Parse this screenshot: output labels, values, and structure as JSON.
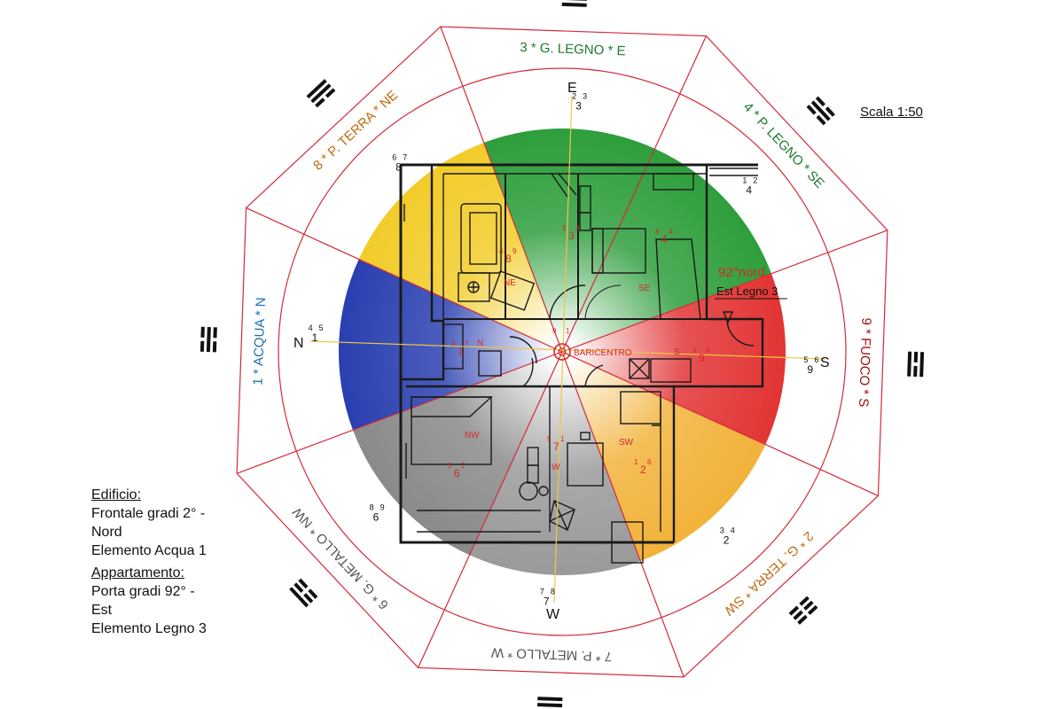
{
  "scale_label": "Scala 1:50",
  "legend": {
    "building_head": "Edificio:",
    "building_line1": "Frontale gradi 2° -",
    "building_line2": "Nord",
    "building_line3": "Elemento Acqua 1",
    "apartment_head": "Appartamento:",
    "apartment_line1": "Porta gradi 92° -",
    "apartment_line2": "Est",
    "apartment_line3": "Elemento Legno 3"
  },
  "compass": {
    "north": "N",
    "east": "E",
    "south": "S",
    "west": "W"
  },
  "sectors": [
    {
      "id": "e",
      "label": "3 * G. LEGNO * E",
      "color": "#1e7a2e",
      "fill": "#2e9e3c",
      "numbers": [
        "2",
        "3",
        "3"
      ]
    },
    {
      "id": "se",
      "label": "4 * P. LEGNO * SE",
      "color": "#1e7a2e",
      "fill": "#2e9e3c",
      "numbers": [
        "1",
        "4",
        "2"
      ]
    },
    {
      "id": "s",
      "label": "9 * FUOCO * S",
      "color": "#a01010",
      "fill": "#e23434",
      "numbers": [
        "5",
        "9",
        "6"
      ]
    },
    {
      "id": "sw",
      "label": "2 * G. TERRA * SW",
      "color": "#c06a10",
      "fill": "#f2b23a",
      "numbers": [
        "3",
        "2",
        "4"
      ]
    },
    {
      "id": "w",
      "label": "7 * P. METALLO * W",
      "color": "#555555",
      "fill": "#9a9a9a",
      "numbers": [
        "7",
        "7",
        "8"
      ]
    },
    {
      "id": "nw",
      "label": "6 * G. METALLO * NW",
      "color": "#555555",
      "fill": "#8a8a8a",
      "numbers": [
        "8",
        "6",
        "9"
      ]
    },
    {
      "id": "n",
      "label": "1 * ACQUA * N",
      "color": "#1e6fb0",
      "fill": "#2a3fb0",
      "numbers": [
        "4",
        "1",
        "5"
      ]
    },
    {
      "id": "ne",
      "label": "8 * P. TERRA * NE",
      "color": "#c06a10",
      "fill": "#f2cc2a",
      "numbers": [
        "6",
        "8",
        "7"
      ]
    }
  ],
  "plan_labels": {
    "door_degrees": "92°nord",
    "door_element": "Est Legno 3",
    "center": "BARICENTRO",
    "room_ne": "NE",
    "room_se": "SE",
    "room_sw": "SW",
    "room_nw": "NW",
    "room_s": "S",
    "room_n": "N",
    "room_w": "W"
  },
  "room_stars": {
    "ne": {
      "big": "8",
      "a": "4",
      "b": "9"
    },
    "e": {
      "big": "3",
      "a": "3",
      "b": "3"
    },
    "se": {
      "big": "4",
      "a": "8",
      "b": "4"
    },
    "s": {
      "big": "9",
      "a": "3",
      "b": "8"
    },
    "sw": {
      "big": "2",
      "a": "1",
      "b": "6"
    },
    "w": {
      "big": "7",
      "a": "5",
      "b": "1"
    },
    "nw": {
      "big": "6",
      "a": "6",
      "b": "2"
    },
    "n": {
      "big": "1",
      "a": "2",
      "b": "7"
    },
    "c": {
      "a": "9",
      "b": "1"
    }
  }
}
